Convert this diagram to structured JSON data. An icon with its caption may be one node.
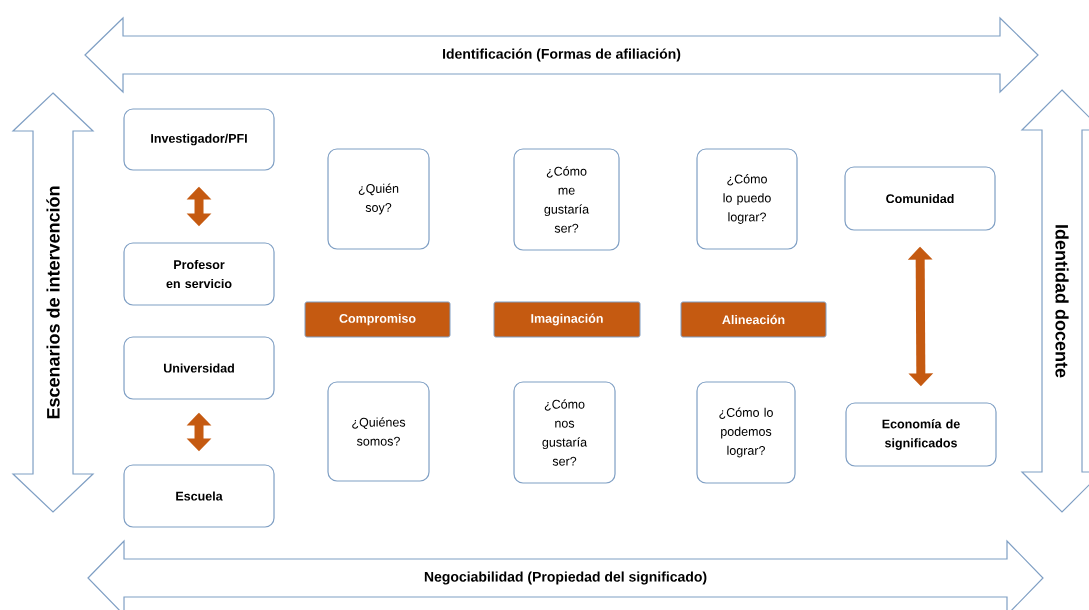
{
  "diagram": {
    "nodes": [
      {
        "text": [
          "Identificación (Formas de afiliación)"
        ]
      },
      {
        "text": [
          "Escenarios de intervención"
        ]
      },
      {
        "text": [
          "Identidad docente"
        ]
      },
      {
        "text": [
          "Negociabilidad (Propiedad del significado)"
        ]
      },
      {
        "text": [
          "Investigador/PFI"
        ]
      },
      {
        "text": [
          "Profesor en servicio"
        ]
      },
      {
        "text": [
          "Universidad"
        ]
      },
      {
        "text": [
          "Escuela"
        ]
      },
      {
        "text": [
          "¿Quién soy?"
        ]
      },
      {
        "text": [
          "¿Quiénes somos?"
        ]
      },
      {
        "text": [
          "¿Cómo me gustaría ser?"
        ]
      },
      {
        "text": [
          "¿Cómo nos gustaría ser?"
        ]
      },
      {
        "text": [
          "¿Cómo lo puedo lograr?"
        ]
      },
      {
        "text": [
          "¿Cómo lo podemos lograr?"
        ]
      },
      {
        "text": [
          "Comunidad"
        ]
      },
      {
        "text": [
          "Economía de significados"
        ]
      },
      {
        "text": [
          "Compromiso"
        ]
      },
      {
        "text": [
          "Imaginación"
        ]
      },
      {
        "text": [
          "Alineación"
        ]
      }
    ],
    "edges": [
      {
        "from": 4,
        "to": 5,
        "arrow": "both"
      },
      {
        "from": 6,
        "to": 7,
        "arrow": "both"
      },
      {
        "from": 14,
        "to": 15,
        "arrow": "both"
      }
    ]
  }
}
